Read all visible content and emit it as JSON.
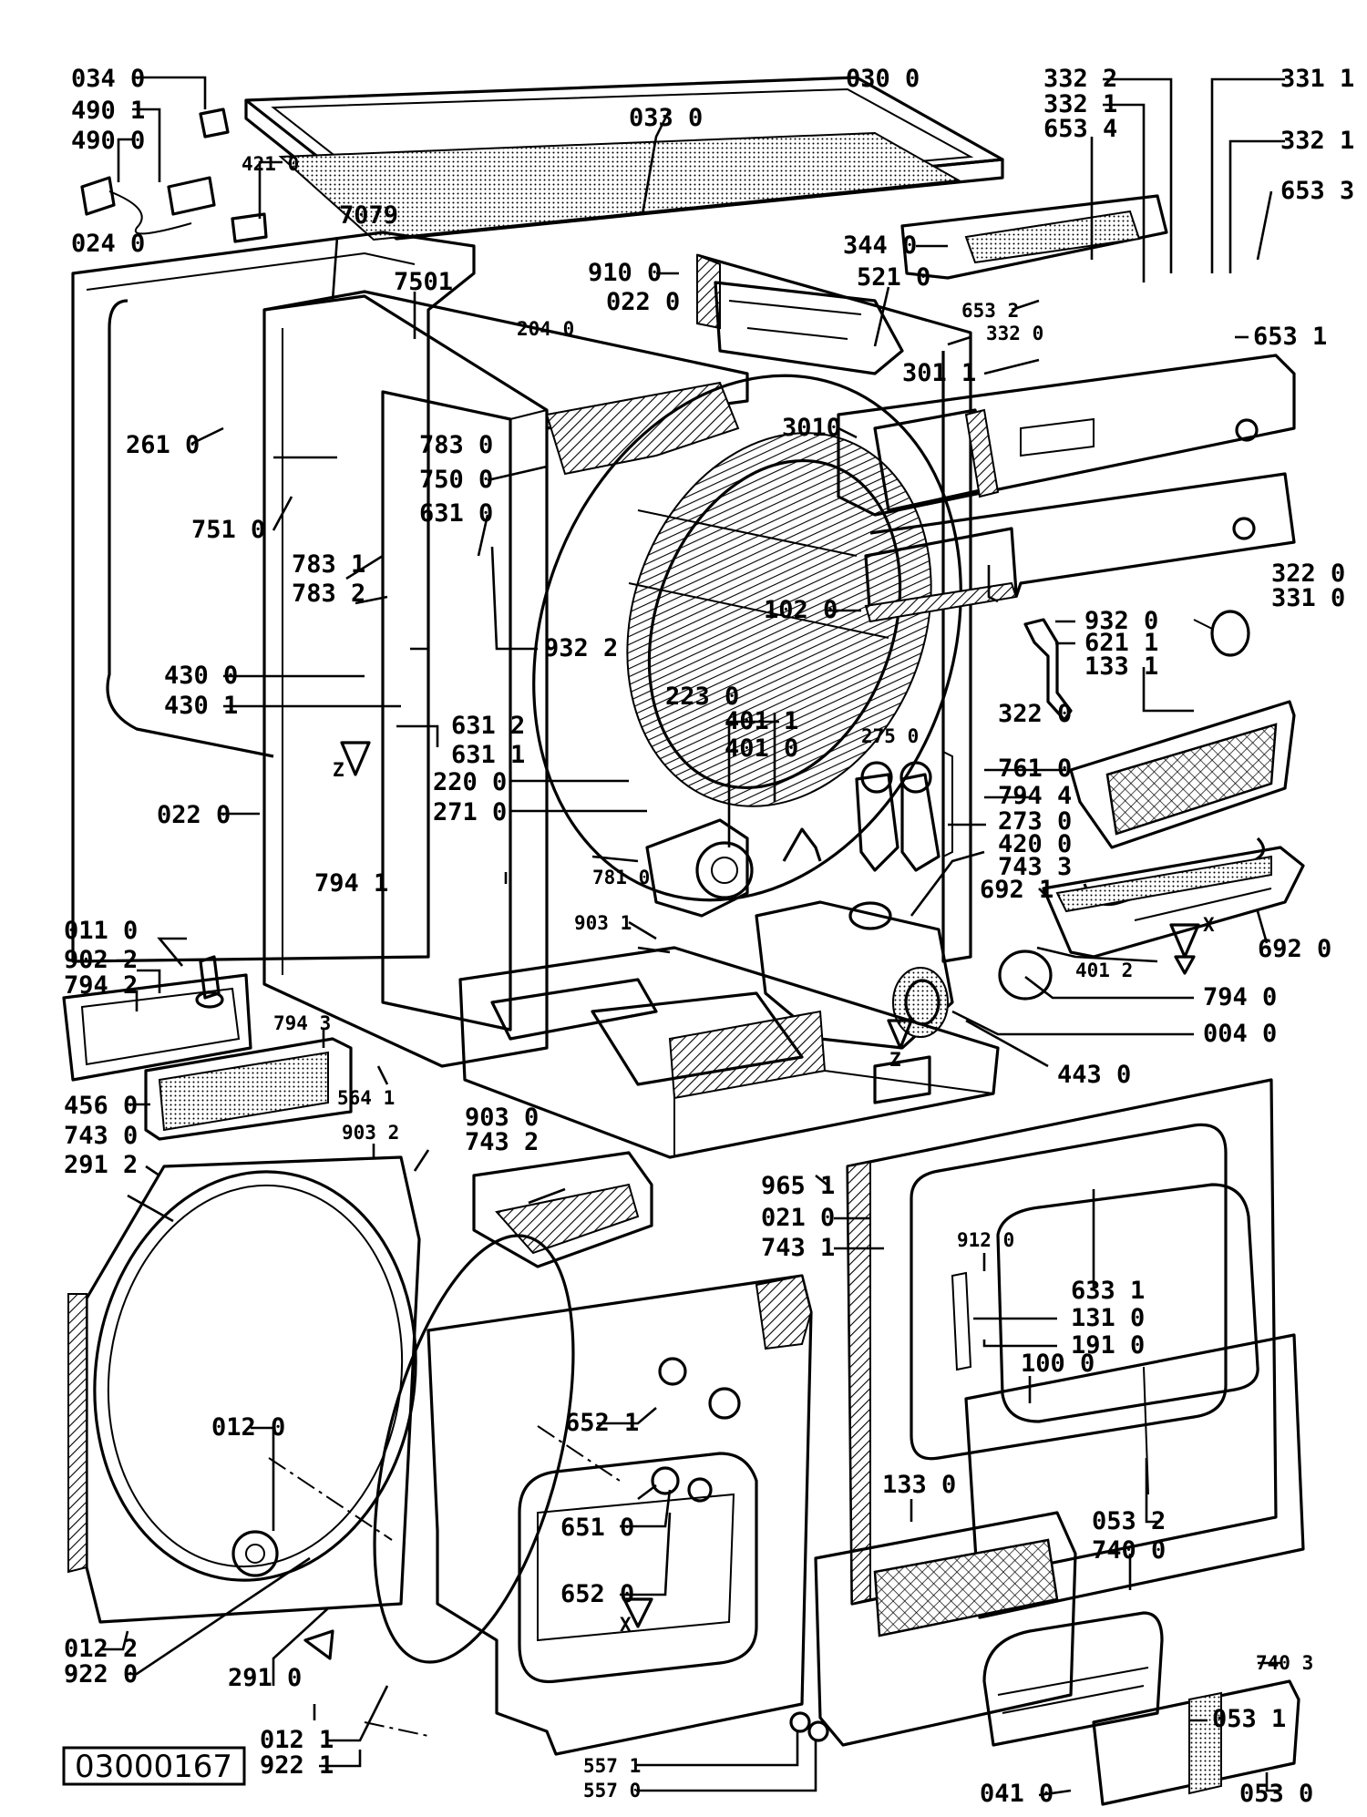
{
  "drawing_code": "03000167",
  "labels": [
    {
      "id": "l1",
      "text": "034 0"
    },
    {
      "id": "l2",
      "text": "490 1"
    },
    {
      "id": "l3",
      "text": "490 0"
    },
    {
      "id": "l4",
      "text": "421 0"
    },
    {
      "id": "l5",
      "text": "024 0"
    },
    {
      "id": "l6",
      "text": "030 0"
    },
    {
      "id": "l7",
      "text": "033 0"
    },
    {
      "id": "l8",
      "text": "7079"
    },
    {
      "id": "l9",
      "text": "7501"
    },
    {
      "id": "l10",
      "text": "910 0"
    },
    {
      "id": "l11",
      "text": "022 0"
    },
    {
      "id": "l12",
      "text": "521 0"
    },
    {
      "id": "l13",
      "text": "344 0"
    },
    {
      "id": "l14",
      "text": "332 2"
    },
    {
      "id": "l15",
      "text": "332 1"
    },
    {
      "id": "l16",
      "text": "653 4"
    },
    {
      "id": "l17",
      "text": "331 1"
    },
    {
      "id": "l18",
      "text": "332 1"
    },
    {
      "id": "l19",
      "text": "653 3"
    },
    {
      "id": "l20",
      "text": "653 2"
    },
    {
      "id": "l21",
      "text": "332 0"
    },
    {
      "id": "l22",
      "text": "653 1"
    },
    {
      "id": "l23",
      "text": "204 0"
    },
    {
      "id": "l24",
      "text": "301 1"
    },
    {
      "id": "l25",
      "text": "261 0"
    },
    {
      "id": "l26",
      "text": "783 0"
    },
    {
      "id": "l27",
      "text": "750 0"
    },
    {
      "id": "l28",
      "text": "3010"
    },
    {
      "id": "l29",
      "text": "751 0"
    },
    {
      "id": "l30",
      "text": "631 0"
    },
    {
      "id": "l31",
      "text": "783 1"
    },
    {
      "id": "l32",
      "text": "783 2"
    },
    {
      "id": "l33",
      "text": "102 0"
    },
    {
      "id": "l34",
      "text": "322 0"
    },
    {
      "id": "l35",
      "text": "331 0"
    },
    {
      "id": "l36",
      "text": "932 0"
    },
    {
      "id": "l37",
      "text": "621 1"
    },
    {
      "id": "l38",
      "text": "133 1"
    },
    {
      "id": "l39",
      "text": "430 0"
    },
    {
      "id": "l40",
      "text": "932 2"
    },
    {
      "id": "l41",
      "text": "430 1"
    },
    {
      "id": "l42",
      "text": "223 0"
    },
    {
      "id": "l43",
      "text": "322 0"
    },
    {
      "id": "l44",
      "text": "631 2"
    },
    {
      "id": "l45",
      "text": "401 1"
    },
    {
      "id": "l46",
      "text": "401 0"
    },
    {
      "id": "l47",
      "text": "275 0"
    },
    {
      "id": "l48",
      "text": "631 1"
    },
    {
      "id": "l49",
      "text": "220 0"
    },
    {
      "id": "l50",
      "text": "271 0"
    },
    {
      "id": "l51",
      "text": "761 0"
    },
    {
      "id": "l52",
      "text": "794 4"
    },
    {
      "id": "l53",
      "text": "273 0"
    },
    {
      "id": "l54",
      "text": "420 0"
    },
    {
      "id": "l55",
      "text": "743 3"
    },
    {
      "id": "l56",
      "text": "022 0"
    },
    {
      "id": "l57",
      "text": "794 1"
    },
    {
      "id": "l58",
      "text": "781 0"
    },
    {
      "id": "l59",
      "text": "692 1"
    },
    {
      "id": "l60",
      "text": "692 0"
    },
    {
      "id": "l61",
      "text": "011 0"
    },
    {
      "id": "l62",
      "text": "903 1"
    },
    {
      "id": "l63",
      "text": "401 2"
    },
    {
      "id": "l64",
      "text": "902 2"
    },
    {
      "id": "l65",
      "text": "794 2"
    },
    {
      "id": "l66",
      "text": "794 0"
    },
    {
      "id": "l67",
      "text": "794 3"
    },
    {
      "id": "l68",
      "text": "004 0"
    },
    {
      "id": "l69",
      "text": "443 0"
    },
    {
      "id": "l70",
      "text": "456 0"
    },
    {
      "id": "l71",
      "text": "564 1"
    },
    {
      "id": "l72",
      "text": "903 2"
    },
    {
      "id": "l73",
      "text": "743 0"
    },
    {
      "id": "l74",
      "text": "903 0"
    },
    {
      "id": "l75",
      "text": "291 2"
    },
    {
      "id": "l76",
      "text": "743 2"
    },
    {
      "id": "l77",
      "text": "965 1"
    },
    {
      "id": "l78",
      "text": "021 0"
    },
    {
      "id": "l79",
      "text": "743 1"
    },
    {
      "id": "l80",
      "text": "912 0"
    },
    {
      "id": "l81",
      "text": "633 1"
    },
    {
      "id": "l82",
      "text": "131 0"
    },
    {
      "id": "l83",
      "text": "191 0"
    },
    {
      "id": "l84",
      "text": "012 0"
    },
    {
      "id": "l85",
      "text": "652 1"
    },
    {
      "id": "l86",
      "text": "100 0"
    },
    {
      "id": "l87",
      "text": "133 0"
    },
    {
      "id": "l88",
      "text": "053 2"
    },
    {
      "id": "l89",
      "text": "740 0"
    },
    {
      "id": "l90",
      "text": "651 0"
    },
    {
      "id": "l91",
      "text": "652 0"
    },
    {
      "id": "l92",
      "text": "012 2"
    },
    {
      "id": "l93",
      "text": "740 3"
    },
    {
      "id": "l94",
      "text": "922 0"
    },
    {
      "id": "l95",
      "text": "291 0"
    },
    {
      "id": "l96",
      "text": "053 1"
    },
    {
      "id": "l97",
      "text": "012 1"
    },
    {
      "id": "l98",
      "text": "922 1"
    },
    {
      "id": "l99",
      "text": "557 1"
    },
    {
      "id": "l100",
      "text": "557 0"
    },
    {
      "id": "l101",
      "text": "041 0"
    },
    {
      "id": "l102",
      "text": "053 0"
    }
  ],
  "markers": [
    {
      "id": "m1",
      "text": "Z"
    },
    {
      "id": "m2",
      "text": "Z"
    },
    {
      "id": "m3",
      "text": "X"
    },
    {
      "id": "m4",
      "text": "X"
    }
  ]
}
